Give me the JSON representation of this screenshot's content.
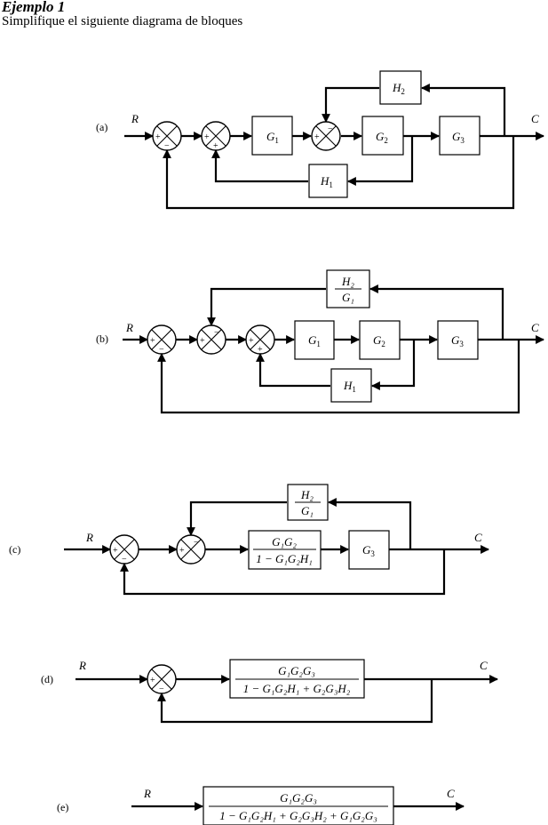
{
  "header": {
    "title": "Ejemplo 1",
    "subtitle": "Simplifique el siguiente diagrama de bloques"
  },
  "labels": {
    "a": "(a)",
    "b": "(b)",
    "c": "(c)",
    "d": "(d)",
    "e": "(e)",
    "input": "R",
    "output": "C"
  },
  "signs": {
    "plus": "+",
    "minus": "−"
  },
  "blocks": {
    "G1": {
      "base": "G",
      "sub": "1"
    },
    "G2": {
      "base": "G",
      "sub": "2"
    },
    "G3": {
      "base": "G",
      "sub": "3"
    },
    "H1": {
      "base": "H",
      "sub": "1"
    },
    "H2": {
      "base": "H",
      "sub": "2"
    },
    "H2_over_G1": {
      "num": "H₂",
      "den": "G₁"
    },
    "c_forward": {
      "num": "G₁G₂",
      "den": "1 − G₁G₂H₁"
    },
    "d_forward": {
      "num": "G₁G₂G₃",
      "den": "1 − G₁G₂H₁ + G₂G₃H₂"
    },
    "e_total": {
      "num": "G₁G₂G₃",
      "den": "1 − G₁G₂H₁ + G₂G₃H₂ + G₁G₂G₃"
    }
  }
}
